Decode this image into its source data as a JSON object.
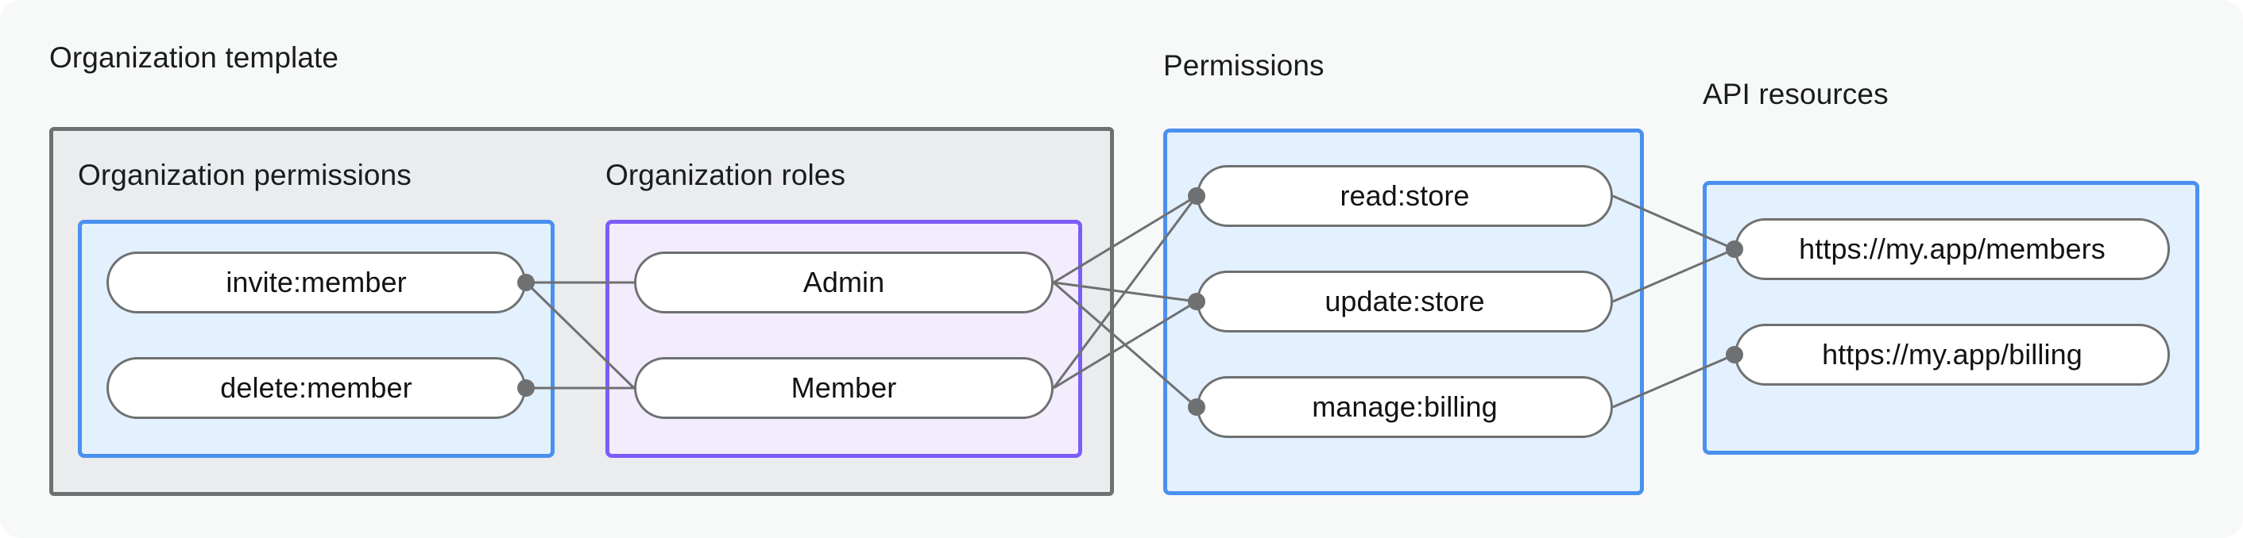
{
  "diagram": {
    "title_visible": false,
    "background_color": "#f7f8f8",
    "groups": {
      "organization_template": {
        "label": "Organization template",
        "border_color": "#6e7071",
        "fill_color": "#ebeced"
      },
      "organization_permissions": {
        "label": "Organization permissions",
        "border_color": "#4a90f0",
        "fill_color": "#e3f0fd"
      },
      "organization_roles": {
        "label": "Organization roles",
        "border_color": "#7c5cfa",
        "fill_color": "#f2ecfd"
      },
      "permissions": {
        "label": "Permissions",
        "border_color": "#4a90f0",
        "fill_color": "#e3f0fd"
      },
      "api_resources": {
        "label": "API resources",
        "border_color": "#4a90f0",
        "fill_color": "#e3f0fd"
      }
    },
    "nodes": {
      "org_permissions": [
        {
          "id": "invite-member",
          "label": "invite:member"
        },
        {
          "id": "delete-member",
          "label": "delete:member"
        }
      ],
      "org_roles": [
        {
          "id": "admin",
          "label": "Admin"
        },
        {
          "id": "member",
          "label": "Member"
        }
      ],
      "permissions": [
        {
          "id": "read-store",
          "label": "read:store"
        },
        {
          "id": "update-store",
          "label": "update:store"
        },
        {
          "id": "manage-billing",
          "label": "manage:billing"
        }
      ],
      "api_resources": [
        {
          "id": "members-resource",
          "label": "https://my.app/members"
        },
        {
          "id": "billing-resource",
          "label": "https://my.app/billing"
        }
      ]
    },
    "edges": [
      {
        "from": "invite-member",
        "to": "admin"
      },
      {
        "from": "invite-member",
        "to": "member"
      },
      {
        "from": "delete-member",
        "to": "member"
      },
      {
        "from": "admin",
        "to": "read-store"
      },
      {
        "from": "admin",
        "to": "update-store"
      },
      {
        "from": "admin",
        "to": "manage-billing"
      },
      {
        "from": "member",
        "to": "read-store"
      },
      {
        "from": "member",
        "to": "update-store"
      },
      {
        "from": "read-store",
        "to": "members-resource"
      },
      {
        "from": "update-store",
        "to": "members-resource"
      },
      {
        "from": "manage-billing",
        "to": "billing-resource"
      }
    ],
    "edge_color": "#6e7071"
  }
}
